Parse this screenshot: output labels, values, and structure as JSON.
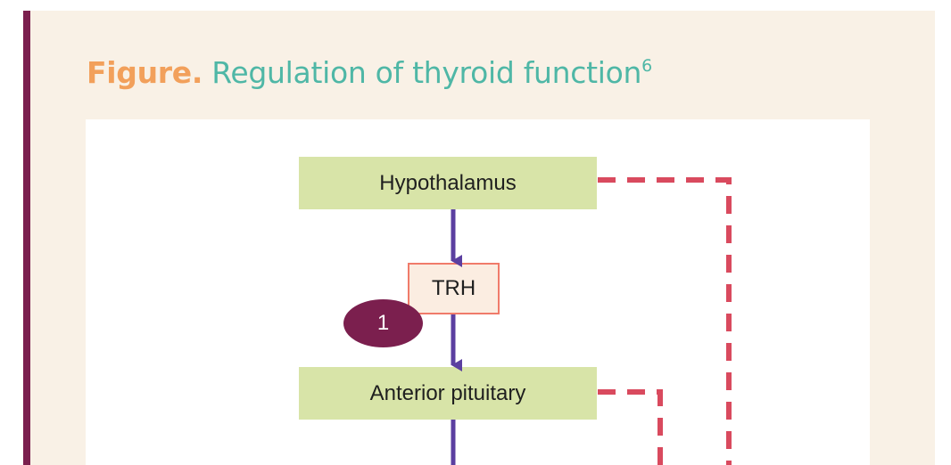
{
  "figure": {
    "title_lead": "Figure.",
    "title_text": "Regulation of thyroid function",
    "title_superscript": "6"
  },
  "diagram": {
    "nodes": {
      "hypothalamus": "Hypothalamus",
      "trh": "TRH",
      "anterior_pituitary": "Anterior pituitary"
    },
    "badge_1": "1"
  },
  "colors": {
    "accent_bar": "#7b1f4e",
    "title_lead": "#f2a05b",
    "title_text": "#4fb7a6",
    "organ_fill": "#d8e4a8",
    "hormone_fill": "#fbede1",
    "hormone_border": "#f07b6a",
    "stimulation_arrow": "#5b3fa0",
    "feedback_line": "#d94a5e",
    "badge_fill": "#7b1f4e"
  }
}
